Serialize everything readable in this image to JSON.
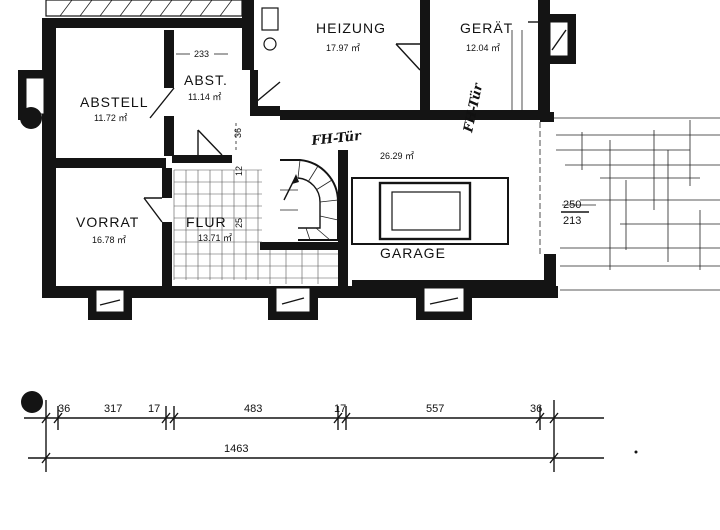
{
  "rooms": {
    "heizung": {
      "name": "HEIZUNG",
      "area": "17.97 ㎡"
    },
    "geraet": {
      "name": "GERÄT",
      "area": "12.04 ㎡"
    },
    "abstell": {
      "name": "ABSTELL",
      "area": "11.72 ㎡"
    },
    "abst": {
      "name": "ABST.",
      "area": "11.14 ㎡"
    },
    "vorrat": {
      "name": "VORRAT",
      "area": "16.78 ㎡"
    },
    "flur": {
      "name": "FLUR",
      "area": "13.71 ㎡"
    },
    "garage": {
      "name": "GARAGE",
      "area": "26.29 ㎡"
    }
  },
  "door_labels": {
    "fh_tuer_1": "FH-Tür",
    "fh_tuer_2": "FH-Tür"
  },
  "annotations": {
    "abst_width": "233",
    "flur_dim": "36",
    "stair_1": "12",
    "stair_2": "25",
    "garage_height": "250",
    "garage_clear": "213"
  },
  "dimensions": {
    "segments": [
      "36",
      "317",
      "17",
      "483",
      "17",
      "557",
      "36"
    ],
    "total": "1463"
  }
}
